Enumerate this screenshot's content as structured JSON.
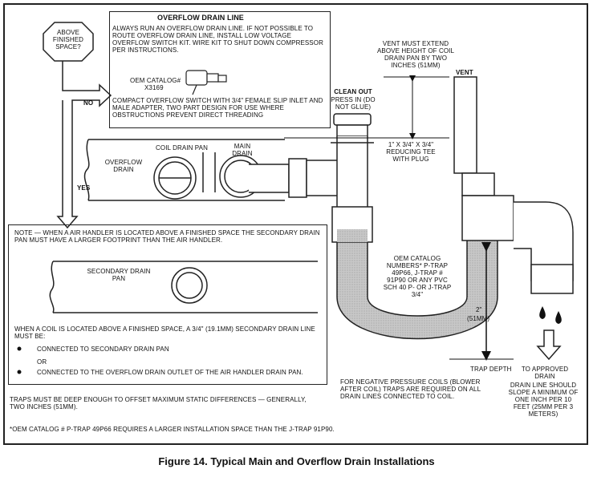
{
  "decision": {
    "question": "ABOVE FINISHED SPACE?",
    "no": "NO",
    "yes": "YES"
  },
  "overflow_box": {
    "title": "OVERFLOW DRAIN LINE",
    "body": "ALWAYS RUN AN OVERFLOW DRAIN LINE. IF NOT POSSIBLE TO ROUTE OVERFLOW DRAIN LINE, INSTALL LOW VOLTAGE OVERFLOW SWITCH KIT. WIRE KIT TO SHUT DOWN COMPRESSOR PER INSTRUCTIONS.",
    "catalog_label": "OEM CATALOG#",
    "catalog_number": "X3169",
    "switch_desc": "COMPACT OVERFLOW SWITCH WITH 3/4\" FEMALE SLIP INLET AND MALE ADAPTER, TWO PART DESIGN FOR USE WHERE OBSTRUCTIONS PREVENT DIRECT THREADING"
  },
  "labels": {
    "vent_extend": "VENT MUST EXTEND ABOVE HEIGHT OF COIL DRAIN PAN BY TWO INCHES (51MM)",
    "vent": "VENT",
    "clean_out": "CLEAN OUT",
    "press_in": "PRESS IN (DO NOT GLUE)",
    "reducing_tee": "1\" X 3/4\" X 3/4\" REDUCING TEE WITH PLUG",
    "coil_drain_pan": "COIL DRAIN PAN",
    "main_drain": "MAIN DRAIN",
    "overflow_drain": "OVERFLOW DRAIN",
    "oem_traps": "OEM CATALOG NUMBERS* P-TRAP 49P66, J-TRAP # 91P90 OR ANY PVC SCH 40 P- OR J-TRAP 3/4\"",
    "dim_in": "2\"",
    "dim_mm": "(51MM)",
    "trap_depth": "TRAP DEPTH",
    "to_approved": "TO APPROVED DRAIN",
    "negative_pressure": "FOR NEGATIVE PRESSURE COILS (BLOWER AFTER COIL) TRAPS ARE REQUIRED ON ALL DRAIN LINES CONNECTED TO COIL.",
    "slope": "DRAIN LINE SHOULD SLOPE A MINIMUM OF ONE INCH PER 10 FEET (25MM PER 3 METERS)"
  },
  "note_box": {
    "note": "NOTE — WHEN A AIR HANDLER IS LOCATED ABOVE A FINISHED SPACE THE SECONDARY DRAIN PAN MUST HAVE A LARGER FOOTPRINT THAN THE AIR HANDLER.",
    "secondary_pan": "SECONDARY DRAIN PAN",
    "coil_text": "WHEN A COIL IS LOCATED ABOVE A FINISHED SPACE, A 3/4\" (19.1MM) SECONDARY DRAIN LINE MUST BE:",
    "bullet1": "CONNECTED TO SECONDARY DRAIN PAN",
    "or": "OR",
    "bullet2": "CONNECTED TO THE OVERFLOW DRAIN OUTLET OF THE AIR HANDLER DRAIN PAN."
  },
  "footer": {
    "traps": "TRAPS MUST BE DEEP ENOUGH TO OFFSET MAXIMUM STATIC DIFFERENCES — GENERALLY, TWO INCHES (51MM).",
    "oem_note": "*OEM CATALOG # P-TRAP 49P66 REQUIRES A LARGER INSTALLATION SPACE THAN THE J-TRAP 91P90."
  },
  "caption": "Figure 14. Typical Main and Overflow Drain Installations"
}
